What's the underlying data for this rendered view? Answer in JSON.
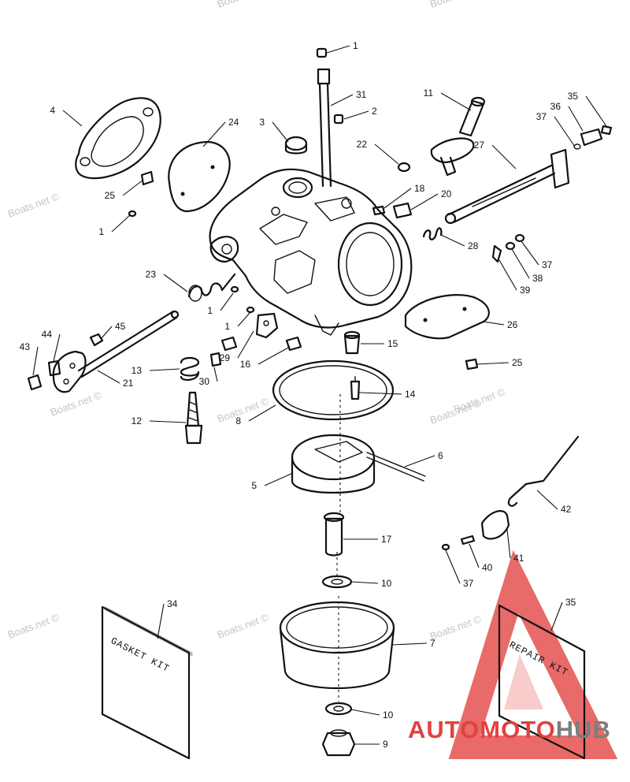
{
  "watermark": {
    "text": "Boats.net ©"
  },
  "kits": {
    "gasket": {
      "label": "GASKET KIT"
    },
    "repair": {
      "label": "REPAIR KIT"
    }
  },
  "logo": {
    "part1": "AUTOMOTO",
    "part2": "HUB",
    "color_red": "#e2413f",
    "color_gray": "#7d7d7d"
  },
  "callouts": [
    "1",
    "31",
    "2",
    "11",
    "35",
    "36",
    "37",
    "4",
    "24",
    "3",
    "22",
    "27",
    "25",
    "18",
    "20",
    "1",
    "28",
    "37",
    "38",
    "39",
    "23",
    "1",
    "1",
    "45",
    "29",
    "16",
    "15",
    "26",
    "43",
    "44",
    "21",
    "13",
    "30",
    "25",
    "14",
    "8",
    "12",
    "6",
    "5",
    "42",
    "17",
    "41",
    "40",
    "37",
    "10",
    "34",
    "35",
    "7",
    "10",
    "9"
  ]
}
